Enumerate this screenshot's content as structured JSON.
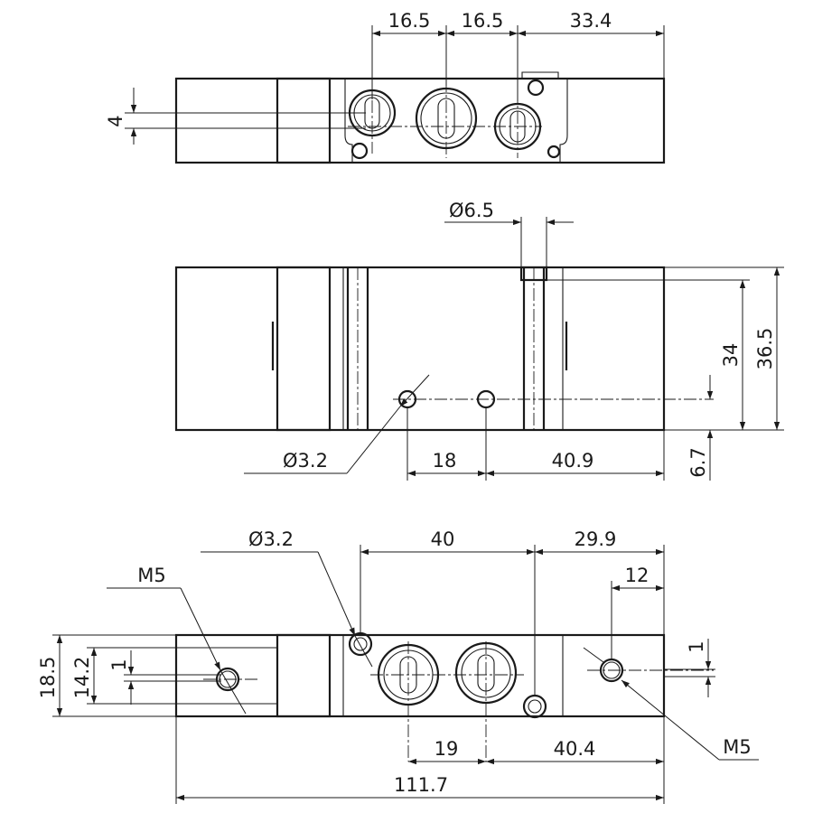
{
  "top_view": {
    "dim_pitch_left": "16.5",
    "dim_pitch_right": "16.5",
    "dim_right": "33.4",
    "dim_slot": "4"
  },
  "front_view": {
    "dim_pin_dia": "Ø6.5",
    "dim_height_inner": "34",
    "dim_height_total": "36.5",
    "dim_hole_dia": "Ø3.2",
    "dim_hole_spacing": "18",
    "dim_hole_to_end": "40.9",
    "dim_hole_height": "6.7"
  },
  "bottom_view": {
    "dim_hole_dia": "Ø3.2",
    "dim_mount_spacing": "40",
    "dim_mount_to_end": "29.9",
    "dim_port_to_end": "12",
    "dim_offset_right": "1",
    "thread_left": "M5",
    "thread_right": "M5",
    "dim_width_total": "18.5",
    "dim_width_inner": "14.2",
    "dim_offset_left": "1",
    "dim_port_spacing": "19",
    "dim_port_to_end_lower": "40.4",
    "dim_length_total": "111.7"
  }
}
